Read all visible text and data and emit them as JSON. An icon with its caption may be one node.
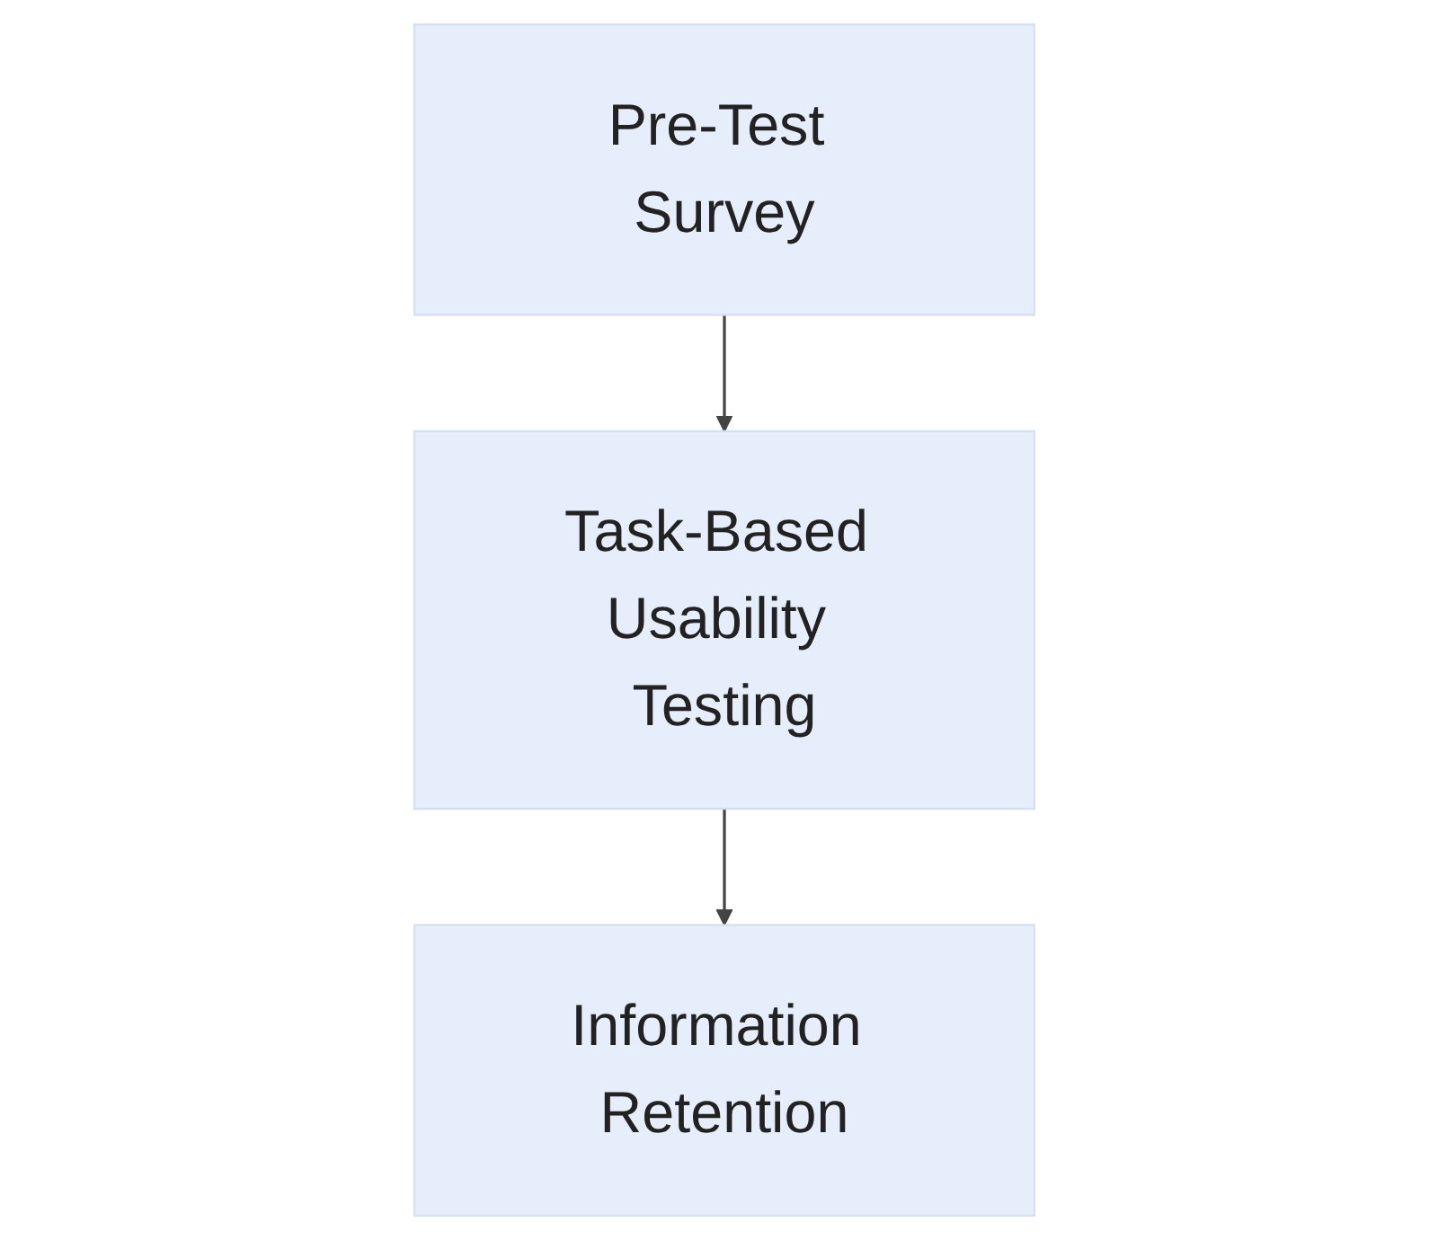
{
  "diagram": {
    "nodes": [
      {
        "text": [
          "Pre-Test Survey"
        ]
      },
      {
        "text": [
          "Task-Based Usability Testing"
        ]
      },
      {
        "text": [
          "Information Retention"
        ]
      }
    ],
    "edges": [
      {
        "from": 0,
        "to": 1,
        "arrow": "to"
      },
      {
        "from": 1,
        "to": 2,
        "arrow": "to"
      }
    ]
  }
}
